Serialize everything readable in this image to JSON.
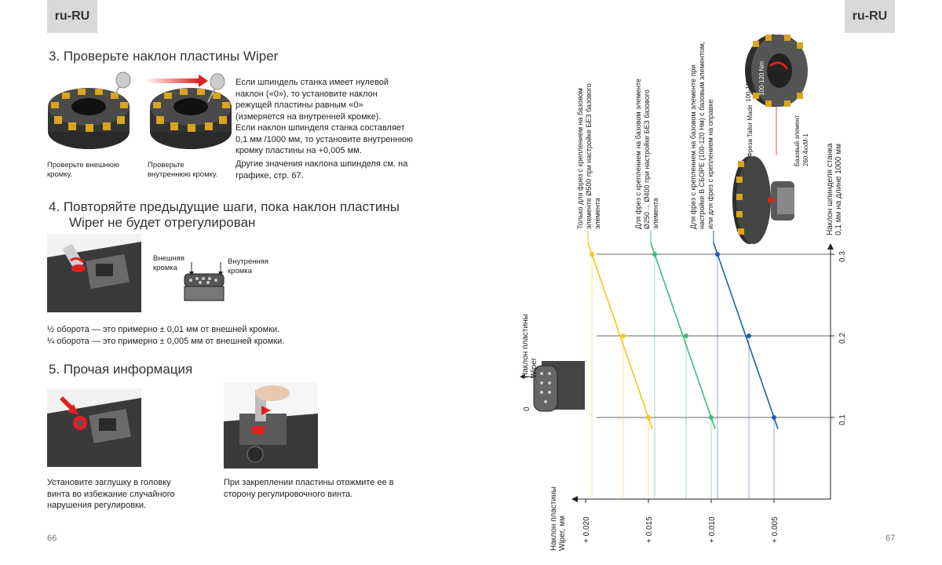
{
  "left": {
    "lang": "ru-RU",
    "page_number": "66",
    "step3": {
      "title": "3. Проверьте наклон пластины Wiper",
      "body": [
        "Если шпиндель станка имеет нулевой",
        "наклон («0»), то установите наклон",
        "режущей пластины равным «0»",
        "(измеряется на внутренней кромке).",
        "Если наклон шпинделя станка составляет",
        "0,1 мм /1000 мм, то установите внутреннюю",
        "кромку пластины на +0,005 мм."
      ],
      "body2": [
        "Другие значения наклона шпинделя см. на",
        "графике, стр. 67."
      ],
      "caption1": [
        "Проверьте внешнюю",
        "кромку."
      ],
      "caption2": [
        "Проверьте",
        "внутреннюю кромку."
      ]
    },
    "step4": {
      "title": [
        "4. Повторяйте предыдущие шаги, пока наклон пластины",
        "Wiper не будет отрегулирован"
      ],
      "label_outer": [
        "Внешняя",
        "кромка"
      ],
      "label_inner": [
        "Внутренняя",
        "кромка"
      ],
      "note1": "½ оборота — это примерно ± 0,01 мм от внешней кромки.",
      "note2": "¼ оборота — это примерно ± 0,005 мм от внешней кромки."
    },
    "step5": {
      "title": "5. Прочая информация",
      "caption1": [
        "Установите заглушку в головку",
        "винта во избежание случайного",
        "нарушения регулировки."
      ],
      "caption2": [
        "При закреплении пластины отожмите ее в",
        "сторону регулировочного винта."
      ]
    }
  },
  "right": {
    "lang": "ru-RU",
    "page_number": "67",
    "insert_label": [
      "Наклон пластины",
      "Wiper"
    ],
    "insert_zero": "0",
    "x_axis_label": [
      "Наклон пластины",
      "Wiper, мм"
    ],
    "y_axis_label": [
      "Наклон шпинделя станка",
      "0,1 мм на длине 1000 мм"
    ],
    "cutter_labels": {
      "torque_a": "100-120 Нм",
      "torque_b": "100-120 Nm",
      "tailor_made": "Фреза Tailor Made",
      "base_element": [
        "Базовый элемент",
        "260.4xxM-1"
      ]
    },
    "series_labels": [
      [
        "Только для фрез с креплением на базовом",
        "элементе Ø500 при настройке БЕЗ базового",
        "элемента"
      ],
      [
        "Для фрез с креплением на базовом элементе",
        "Ø250 ... Ø400 при настройке БЕЗ базового",
        "элемента"
      ],
      [
        "Для фрез с креплением на базовом элементе при",
        "настройке В СБОРЕ (100-120 Нм) с базовым элементом,",
        "или для фрез с креплением на оправке"
      ]
    ]
  },
  "chart_data": {
    "type": "line",
    "x_ticks": [
      "+ 0.020",
      "+ 0.015",
      "+ 0.010",
      "+ 0.005"
    ],
    "x_tick_values": [
      0.02,
      0.015,
      0.01,
      0.005
    ],
    "y_ticks": [
      "0.1",
      "0.2",
      "0.3"
    ],
    "y_tick_values": [
      0.1,
      0.2,
      0.3
    ],
    "series": [
      {
        "color": "#f5c518",
        "points": [
          [
            0.0195,
            0.3
          ],
          [
            0.017,
            0.2
          ],
          [
            0.015,
            0.1
          ]
        ]
      },
      {
        "color": "#3dbb7a",
        "points": [
          [
            0.0145,
            0.3
          ],
          [
            0.012,
            0.2
          ],
          [
            0.01,
            0.1
          ]
        ]
      },
      {
        "color": "#1f5fa8",
        "points": [
          [
            0.0095,
            0.3
          ],
          [
            0.007,
            0.2
          ],
          [
            0.005,
            0.1
          ]
        ]
      }
    ]
  }
}
